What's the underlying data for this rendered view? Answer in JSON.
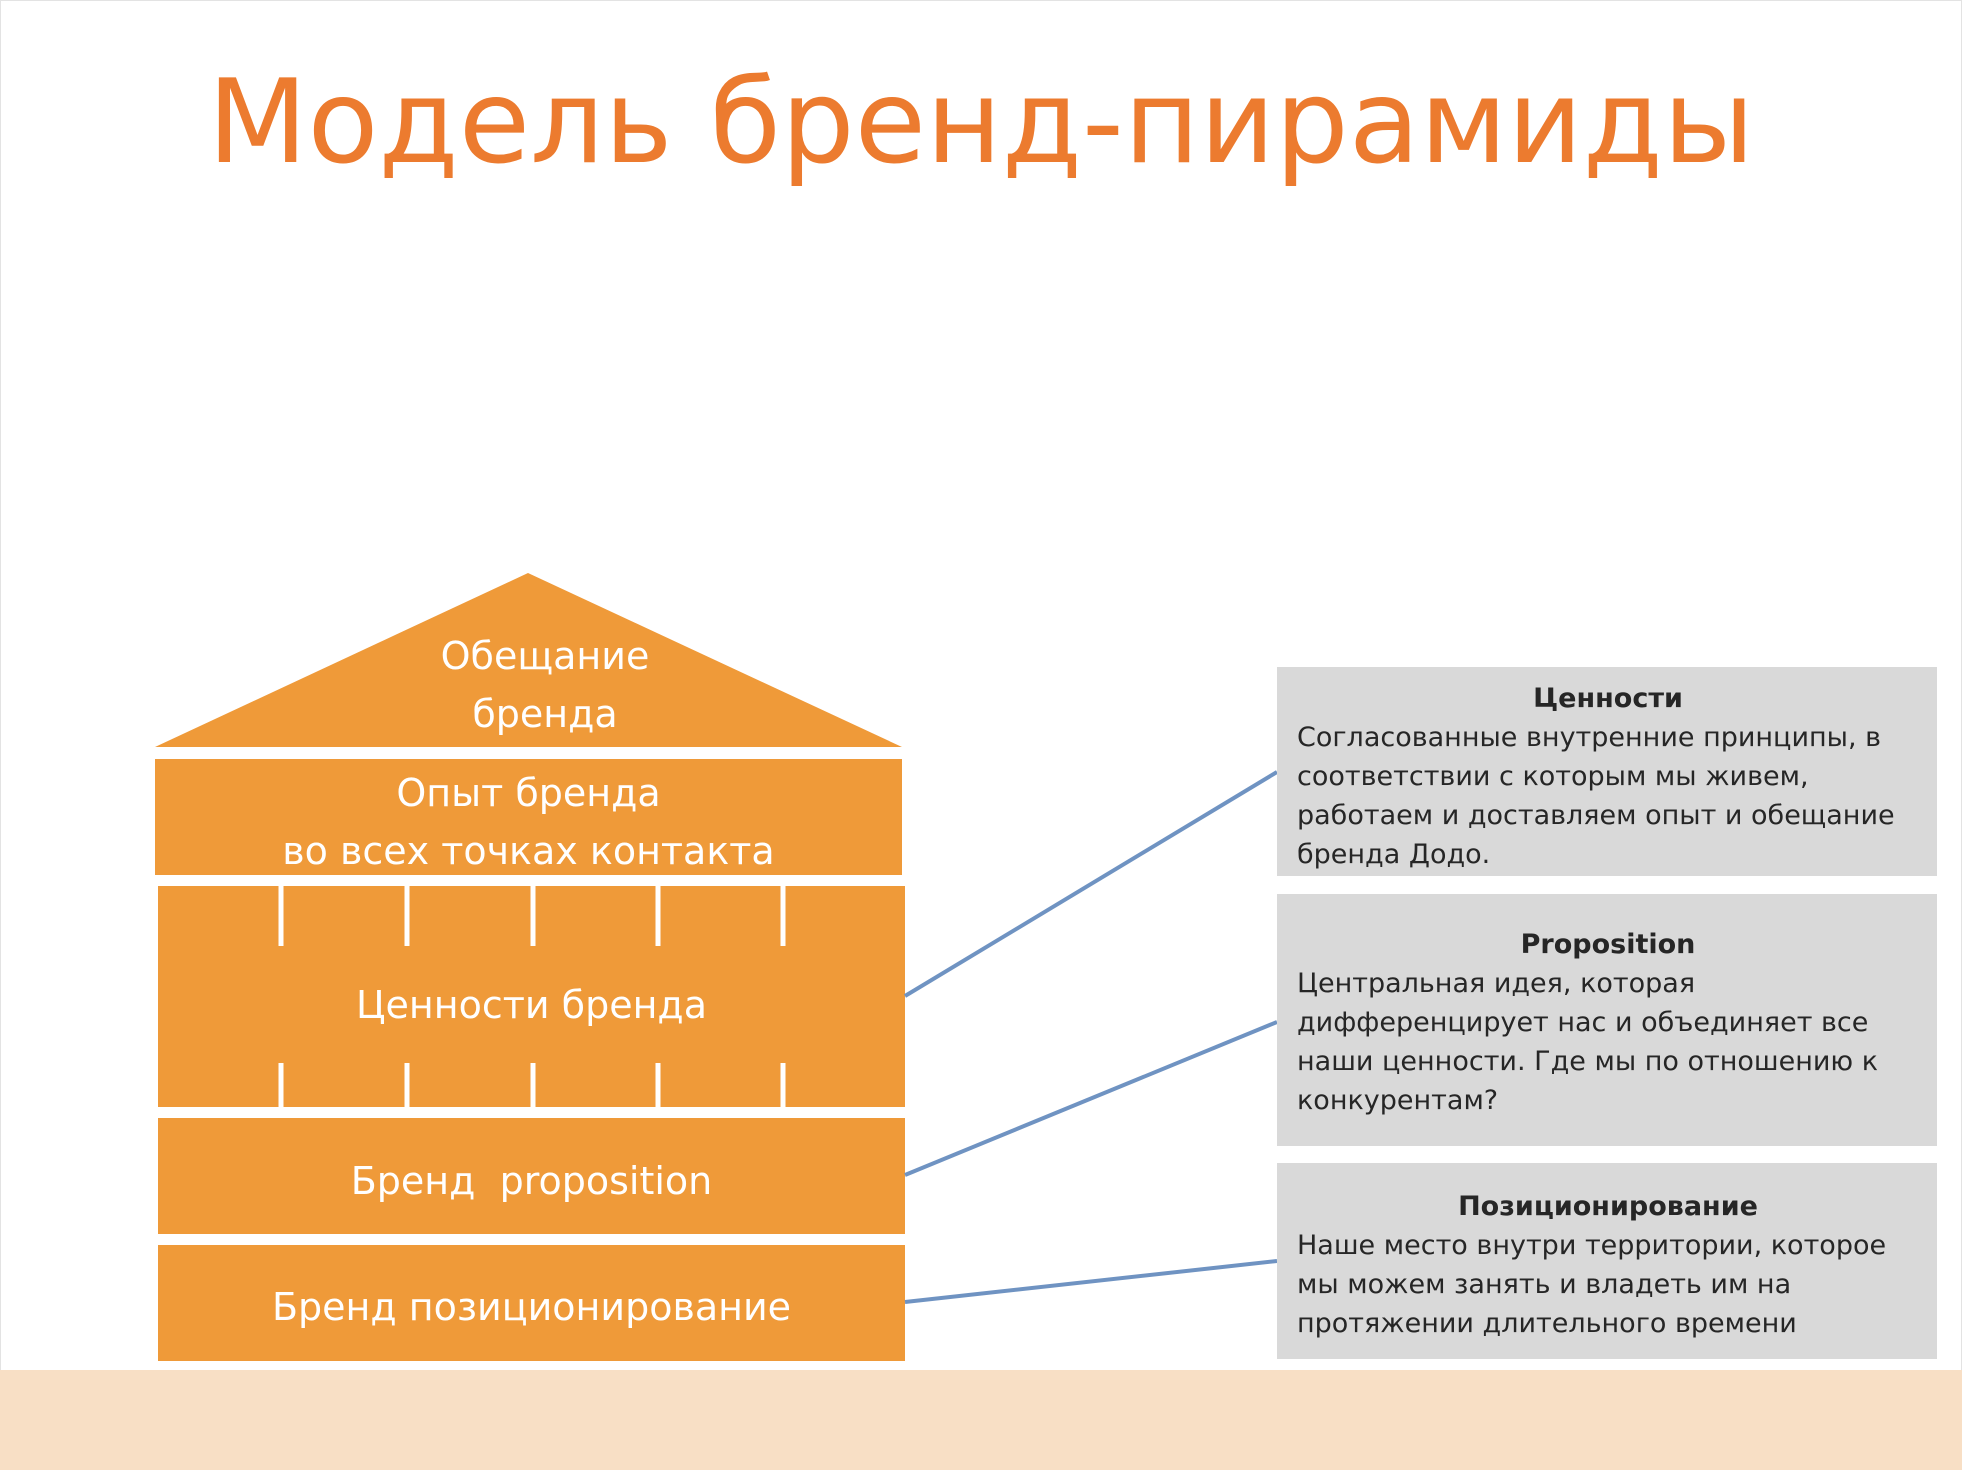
{
  "title": "Модель бренд-пирамиды",
  "colors": {
    "title": "#ec7b2f",
    "block_fill": "#ef9a39",
    "block_text": "#ffffff",
    "connector": "#6f93c2",
    "info_box_fill": "#d9d9d9",
    "bottom_band": "#f8dfc5"
  },
  "pyramid": {
    "roof": {
      "line1": "Обещание",
      "line2": "бренда"
    },
    "experience": {
      "line1": "Опыт бренда",
      "line2": "во всех точках контакта"
    },
    "values": {
      "label": "Ценности бренда"
    },
    "proposition": {
      "label": "Бренд  proposition"
    },
    "positioning": {
      "label": "Бренд позиционирование"
    }
  },
  "info_boxes": [
    {
      "title": "Ценности",
      "text": "Согласованные внутренние принципы, в соответствии с которым мы живем, работаем и доставляем опыт и обещание бренда Додо."
    },
    {
      "title": "Proposition",
      "text": "Центральная идея, которая дифференцирует нас и объединяет все наши ценности. Где мы по отношению к конкурентам?"
    },
    {
      "title": "Позиционирование",
      "text": "Наше место внутри территории, которое мы можем занять и владеть им на протяжении длительного времени"
    }
  ]
}
